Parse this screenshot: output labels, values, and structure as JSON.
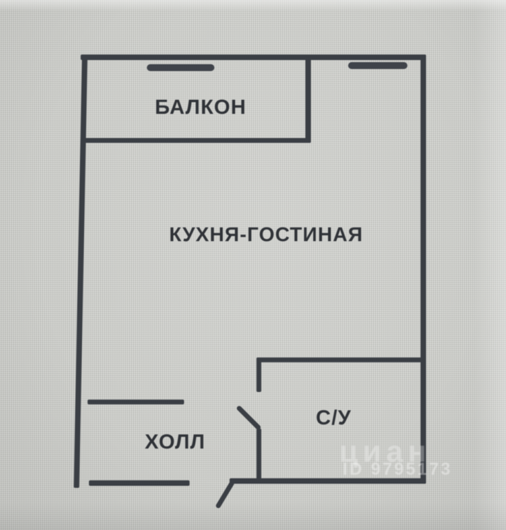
{
  "rooms": {
    "balcony": {
      "label": "БАЛКОН"
    },
    "kitchen_living": {
      "label": "КУХНЯ-ГОСТИНАЯ"
    },
    "hall": {
      "label": "ХОЛЛ"
    },
    "bathroom": {
      "label": "С/У"
    }
  },
  "watermark": {
    "logo": "циан",
    "listing_id": "ID 9795173"
  },
  "colors": {
    "wall": "#3a3e44",
    "background": "#cbccc8",
    "label_text": "#2f3237",
    "watermark": "#ffffff"
  }
}
